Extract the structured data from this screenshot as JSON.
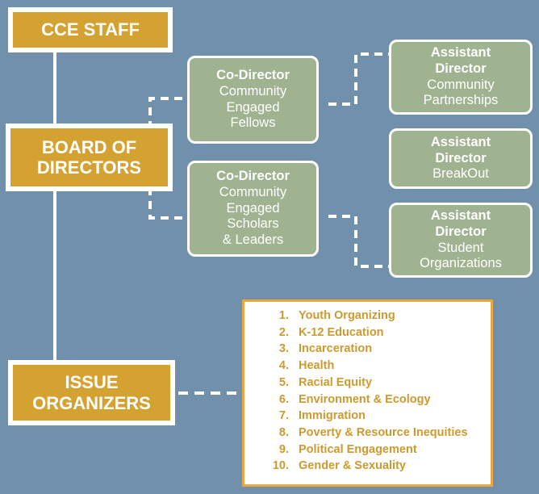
{
  "boxes": {
    "cce_staff": "CCE STAFF",
    "board": [
      "BOARD OF",
      "DIRECTORS"
    ],
    "issue_organizers": [
      "ISSUE",
      "ORGANIZERS"
    ]
  },
  "co_directors": [
    {
      "title": "Co-Director",
      "lines": [
        "Community",
        "Engaged",
        "Fellows"
      ]
    },
    {
      "title": "Co-Director",
      "lines": [
        "Community",
        "Engaged",
        "Scholars",
        "& Leaders"
      ]
    }
  ],
  "assistant_directors": [
    {
      "title": [
        "Assistant",
        "Director"
      ],
      "lines": [
        "Community",
        "Partnerships"
      ]
    },
    {
      "title": [
        "Assistant",
        "Director"
      ],
      "lines": [
        "BreakOut"
      ]
    },
    {
      "title": [
        "Assistant",
        "Director"
      ],
      "lines": [
        "Student",
        "Organizations"
      ]
    }
  ],
  "issues": [
    {
      "num": "1.",
      "label": "Youth Organizing"
    },
    {
      "num": "2.",
      "label": "K-12 Education"
    },
    {
      "num": "3.",
      "label": "Incarceration"
    },
    {
      "num": "4.",
      "label": "Health"
    },
    {
      "num": "5.",
      "label": "Racial Equity"
    },
    {
      "num": "6.",
      "label": "Environment & Ecology"
    },
    {
      "num": "7.",
      "label": "Immigration"
    },
    {
      "num": "8.",
      "label": "Poverty & Resource Inequities"
    },
    {
      "num": "9.",
      "label": "Political Engagement"
    },
    {
      "num": "10.",
      "label": "Gender & Sexuality"
    }
  ],
  "colors": {
    "background": "#7090ac",
    "gold": "#d4a230",
    "green": "#9fb391",
    "issue_text": "#cc9a2e",
    "issue_border": "#eba541"
  }
}
